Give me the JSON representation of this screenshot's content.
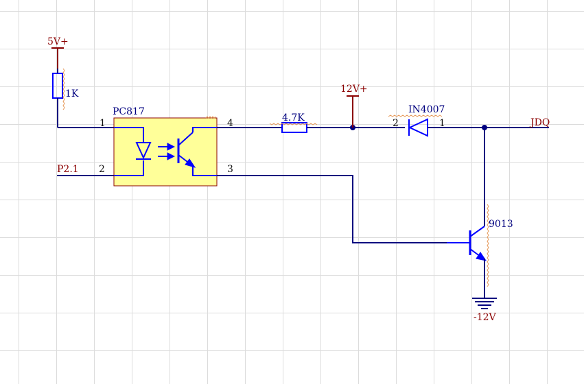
{
  "labels": {
    "vcc5": "5V+",
    "r1": "1K",
    "opto": "PC817",
    "pin1": "1",
    "pin2": "2",
    "pin3": "3",
    "pin4": "4",
    "input": "P2.1",
    "r2": "4.7K",
    "vcc12": "12V+",
    "diode": "IN4007",
    "d_pin2": "2",
    "d_pin1": "1",
    "output": "JDQ",
    "transistor": "9013",
    "vee": "-12V"
  },
  "colors": {
    "wire": "#00007f",
    "component": "#0000ff",
    "power": "#8b0000",
    "opto_fill": "#ffff99",
    "opto_border": "#8b0000",
    "grid": "#dcdcdc"
  }
}
